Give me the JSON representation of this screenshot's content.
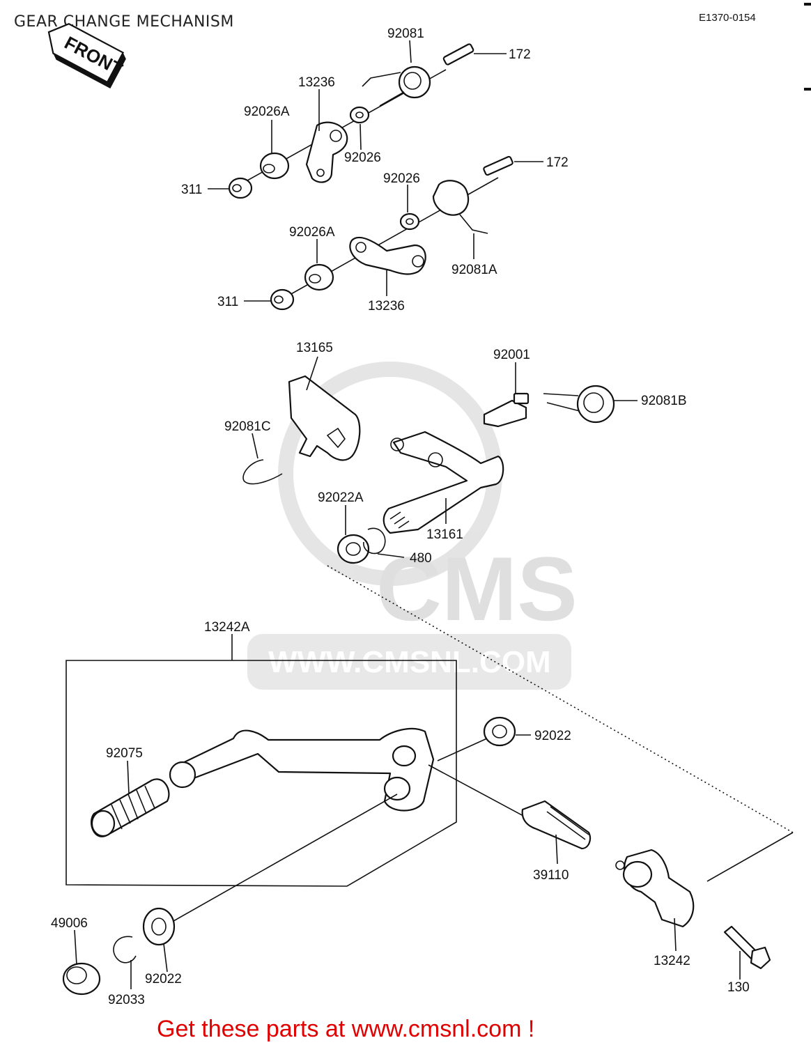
{
  "header": {
    "title": "GEAR CHANGE MECHANISM",
    "diagram_code": "E1370-0154",
    "front_arrow_label": "FRONT"
  },
  "watermark": {
    "brand": "CMS",
    "url": "WWW.CMSNL.COM"
  },
  "parts": {
    "p92081": "92081",
    "p172_top": "172",
    "p13236_top": "13236",
    "p92026A_top": "92026A",
    "p92026_top": "92026",
    "p311_top": "311",
    "p172_mid": "172",
    "p92026_mid": "92026",
    "p92026A_mid": "92026A",
    "p92081A": "92081A",
    "p13236_mid": "13236",
    "p311_mid": "311",
    "p13165": "13165",
    "p92001": "92001",
    "p92081B": "92081B",
    "p92081C": "92081C",
    "p92022A": "92022A",
    "p13161": "13161",
    "p480": "480",
    "p13242A": "13242A",
    "p92075": "92075",
    "p92022_right": "92022",
    "p39110": "39110",
    "p13242": "13242",
    "p130": "130",
    "p49006": "49006",
    "p92033": "92033",
    "p92022_bottom": "92022"
  },
  "footer": {
    "cta": "Get these parts at www.cmsnl.com !"
  }
}
